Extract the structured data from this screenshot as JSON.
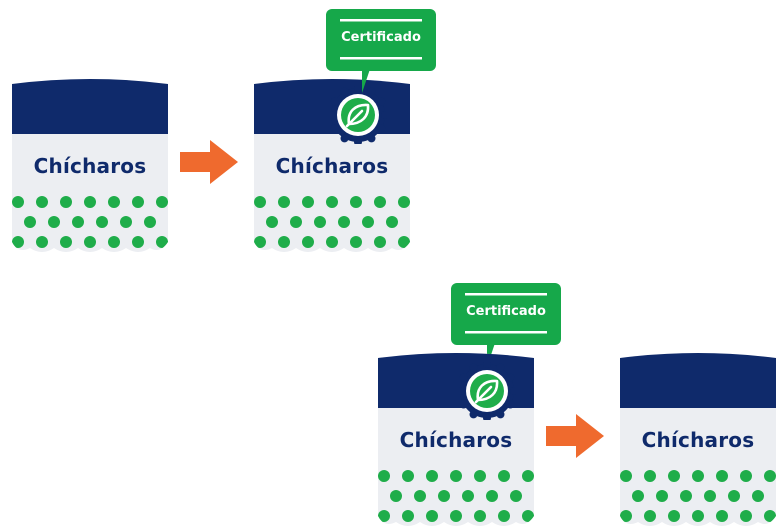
{
  "colors": {
    "navy": "#0f2a6b",
    "bag_body": "#eceef2",
    "dot_green": "#1fad4a",
    "badge_green": "#16a84a",
    "arrow_orange": "#ef6a2e"
  },
  "bags": [
    {
      "label": "Chícharos",
      "certified": false
    },
    {
      "label": "Chícharos",
      "certified": true,
      "badge_text": "Certificado",
      "seal_icon": "leaf-icon"
    },
    {
      "label": "Chícharos",
      "certified": true,
      "badge_text": "Certificado",
      "seal_icon": "leaf-icon"
    },
    {
      "label": "Chícharos",
      "certified": false
    }
  ],
  "arrows": [
    {
      "icon": "arrow-right-icon"
    },
    {
      "icon": "arrow-right-icon"
    }
  ]
}
